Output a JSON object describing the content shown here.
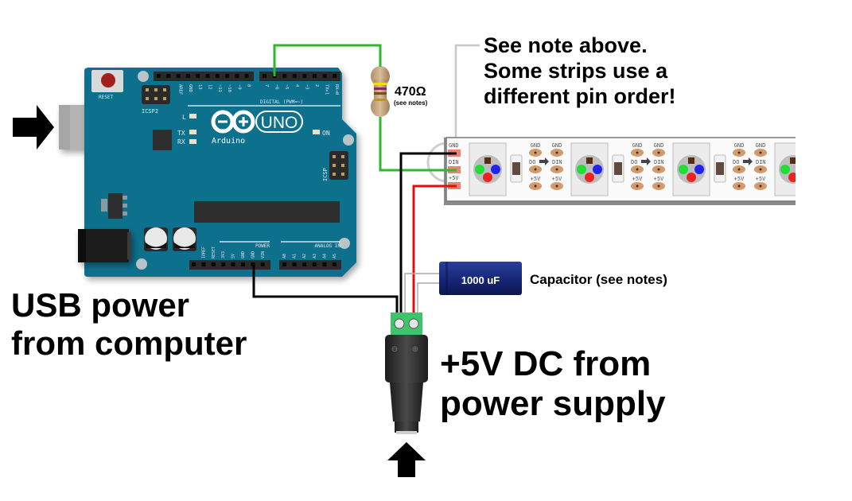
{
  "board": {
    "name": "Arduino",
    "model": "UNO",
    "reset_label": "RESET",
    "icsp2_label": "ICSP2",
    "icsp_label": "ICSP",
    "led_labels": [
      "L",
      "TX",
      "RX",
      "ON"
    ],
    "digital_header_label": "DIGITAL (PWM=~)",
    "digital_pins": [
      "AREF",
      "GND",
      "13",
      "12",
      "~11",
      "~10",
      "~9",
      "8",
      "7",
      "~6",
      "~5",
      "4",
      "~3",
      "2",
      "TX▸1",
      "RX◂0"
    ],
    "power_header_label": "POWER",
    "power_pins": [
      "IOREF",
      "RESET",
      "3V3",
      "5V",
      "GND",
      "GND",
      "VIN"
    ],
    "analog_header_label": "ANALOG IN",
    "analog_pins": [
      "A0",
      "A1",
      "A2",
      "A3",
      "A4",
      "A5"
    ],
    "colors": {
      "pcb": "#0f6f8c",
      "header": "#2a2a2a"
    }
  },
  "resistor": {
    "value": "470Ω",
    "note": "(see notes)"
  },
  "strip": {
    "input_pins": [
      "GND",
      "DIN",
      "+5V"
    ],
    "pad_labels": {
      "gnd": "GND",
      "do": "DO",
      "din": "DIN",
      "v5": "+5V"
    },
    "segments": 4
  },
  "capacitor": {
    "value": "1000 uF",
    "label": "Capacitor (see notes)"
  },
  "labels": {
    "pin_order_note": [
      "See note above.",
      "Some strips use a",
      "different pin order!"
    ],
    "usb": [
      "USB power",
      "from computer"
    ],
    "dc": [
      "+5V DC from",
      "power supply"
    ]
  },
  "wires": {
    "data": {
      "from": "Digital pin 6",
      "via": "470Ω resistor",
      "to": "DIN",
      "color": "#2db82d"
    },
    "ground_strip": {
      "from": "DC jack −",
      "to": "GND",
      "color": "#000000"
    },
    "ground_arduino": {
      "from": "Arduino GND",
      "to": "DC jack −",
      "color": "#000000"
    },
    "power": {
      "from": "DC jack +",
      "to": "+5V",
      "color": "#e01010"
    }
  }
}
